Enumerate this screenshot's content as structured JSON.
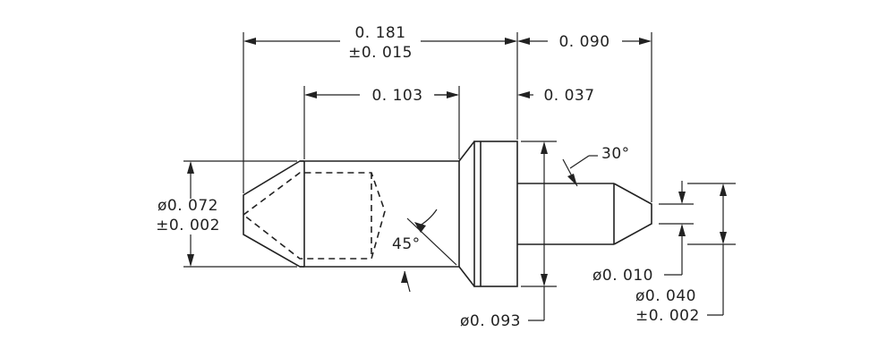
{
  "dimensions": {
    "overall_length": "0. 181",
    "overall_length_tol": "±0. 015",
    "tip_length": "0. 090",
    "body_length": "0. 103",
    "flange_length": "0. 037",
    "body_dia": "ø0. 072",
    "body_dia_tol": "±0. 002",
    "chamfer_angle": "45°",
    "tip_angle": "30°",
    "tip_point_dia": "ø0. 010",
    "pin_dia": "ø0. 040",
    "pin_dia_tol": "±0. 002",
    "flange_dia": "ø0. 093"
  }
}
